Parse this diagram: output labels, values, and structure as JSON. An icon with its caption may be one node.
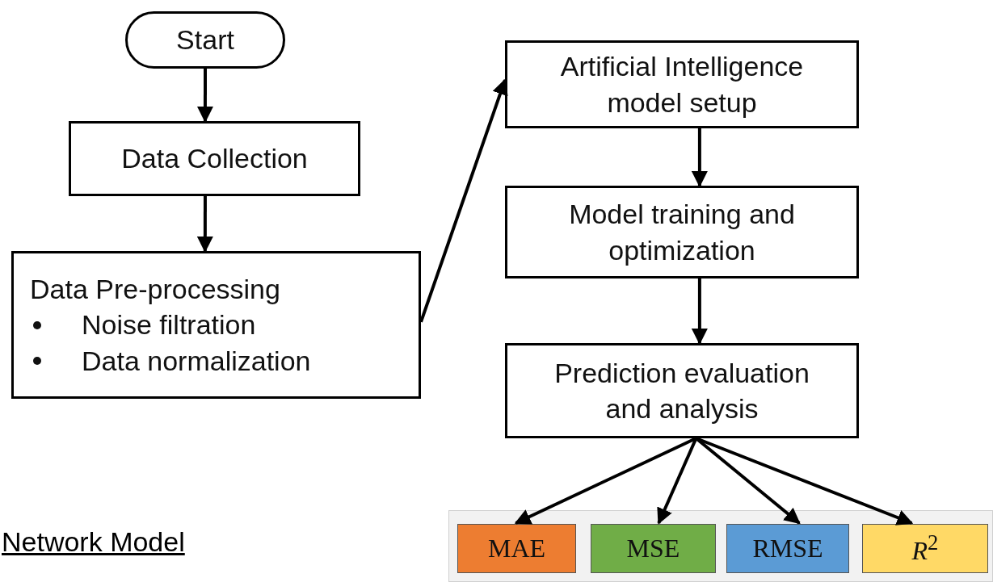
{
  "diagram": {
    "nodes": [
      {
        "text": [
          "Start"
        ]
      },
      {
        "text": [
          "Data Collection"
        ]
      },
      {
        "text": [
          "Data Pre-processing",
          "Noise filtration",
          "Data normalization"
        ]
      },
      {
        "text": [
          "Artificial Intelligence model setup"
        ]
      },
      {
        "text": [
          "Model training and optimization"
        ]
      },
      {
        "text": [
          "Prediction evaluation and analysis"
        ]
      },
      {
        "text": [],
        "shape": "box"
      },
      {
        "text": [
          "MAE"
        ],
        "in": 6
      },
      {
        "text": [
          "MSE"
        ],
        "in": 6
      },
      {
        "text": [
          "RMSE"
        ],
        "in": 6
      },
      {
        "text": [
          "*R*$^{2}$"
        ],
        "in": 6
      }
    ],
    "edges": [
      {
        "from": 0,
        "to": 1,
        "arrow": "to"
      },
      {
        "from": 1,
        "to": 2,
        "arrow": "to"
      },
      {
        "from": 2,
        "to": 3,
        "arrow": "to"
      },
      {
        "from": 3,
        "to": 4,
        "arrow": "to"
      },
      {
        "from": 4,
        "to": 5,
        "arrow": "to"
      },
      {
        "from": 5,
        "to": 7,
        "arrow": "to"
      },
      {
        "from": 5,
        "to": 8,
        "arrow": "to"
      },
      {
        "from": 5,
        "to": 9,
        "arrow": "to"
      },
      {
        "from": 5,
        "to": 10,
        "arrow": "to"
      }
    ],
    "labels": [
      "Network Model"
    ]
  }
}
